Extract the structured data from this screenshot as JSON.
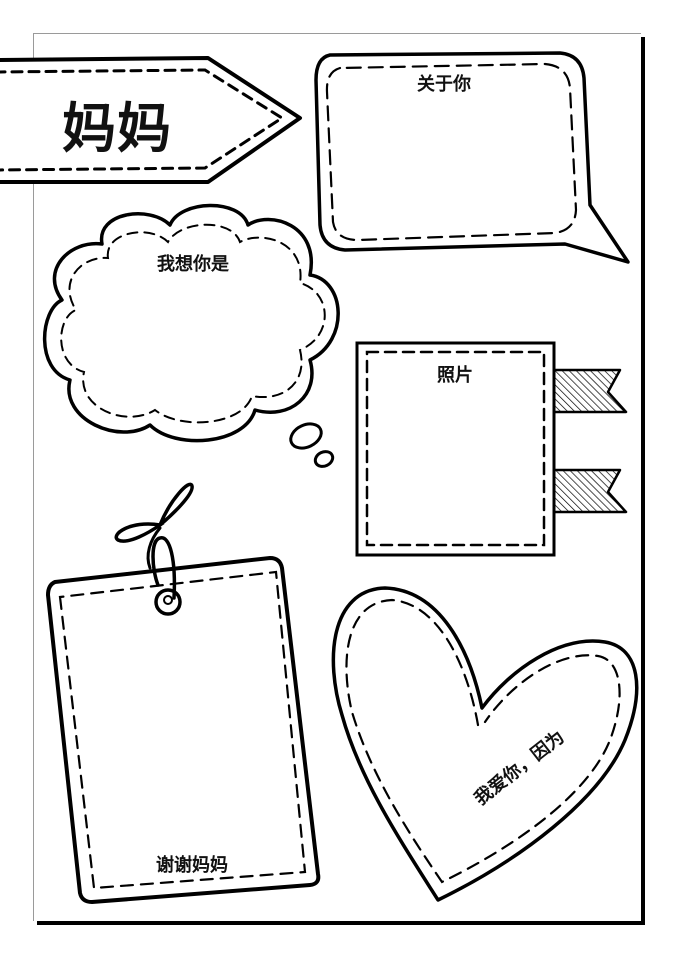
{
  "worksheet": {
    "title": "妈妈",
    "sections": {
      "about_you": {
        "label": "关于你",
        "shape": "speech-bubble"
      },
      "i_think_you_are": {
        "label": "我想你是",
        "shape": "thought-cloud"
      },
      "photo": {
        "label": "照片",
        "shape": "photo-frame-with-ribbons"
      },
      "thank_you": {
        "label": "谢谢妈妈",
        "shape": "hanging-tag"
      },
      "i_love_you_because": {
        "label": "我爱你，因为",
        "shape": "heart"
      }
    }
  },
  "colors": {
    "ink": "#000000",
    "paper": "#ffffff",
    "page_border": "#9a9a9a"
  }
}
